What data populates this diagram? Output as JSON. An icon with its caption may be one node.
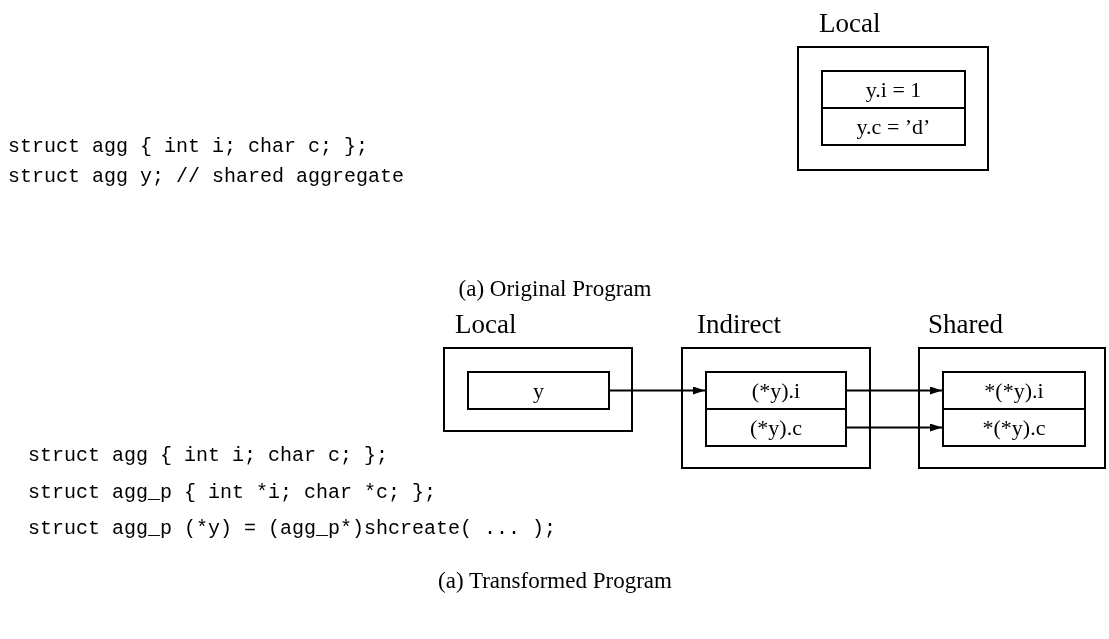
{
  "diagram": {
    "nodes": [
      {
        "text": [
          "Local"
        ]
      },
      {
        "text": [
          "y.i = 1"
        ],
        "in": 0
      },
      {
        "text": [
          "y.c = ’d’"
        ],
        "in": 0
      },
      {
        "text": [
          "Local"
        ]
      },
      {
        "text": [
          "y"
        ],
        "in": 3
      },
      {
        "text": [
          "Indirect"
        ]
      },
      {
        "text": [
          "(*y).i"
        ],
        "in": 5
      },
      {
        "text": [
          "(*y).c"
        ],
        "in": 5
      },
      {
        "text": [
          "Shared"
        ]
      },
      {
        "text": [
          "*(*y).i"
        ],
        "in": 8
      },
      {
        "text": [
          "*(*y).c"
        ],
        "in": 8
      }
    ],
    "edges": [
      {
        "from": 4,
        "to": 6,
        "arrow": "to"
      },
      {
        "from": 6,
        "to": 9,
        "arrow": "to"
      },
      {
        "from": 7,
        "to": 10,
        "arrow": "to"
      }
    ],
    "labels": [
      "struct agg { int i; char c; };",
      "struct agg y; // shared aggregate",
      "(a) Original Program",
      "struct agg { int i; char c; };",
      "struct agg_p { int *i; char *c; };",
      "struct agg_p (*y) = (agg_p*)shcreate( ... );",
      "(a) Transformed Program"
    ]
  }
}
